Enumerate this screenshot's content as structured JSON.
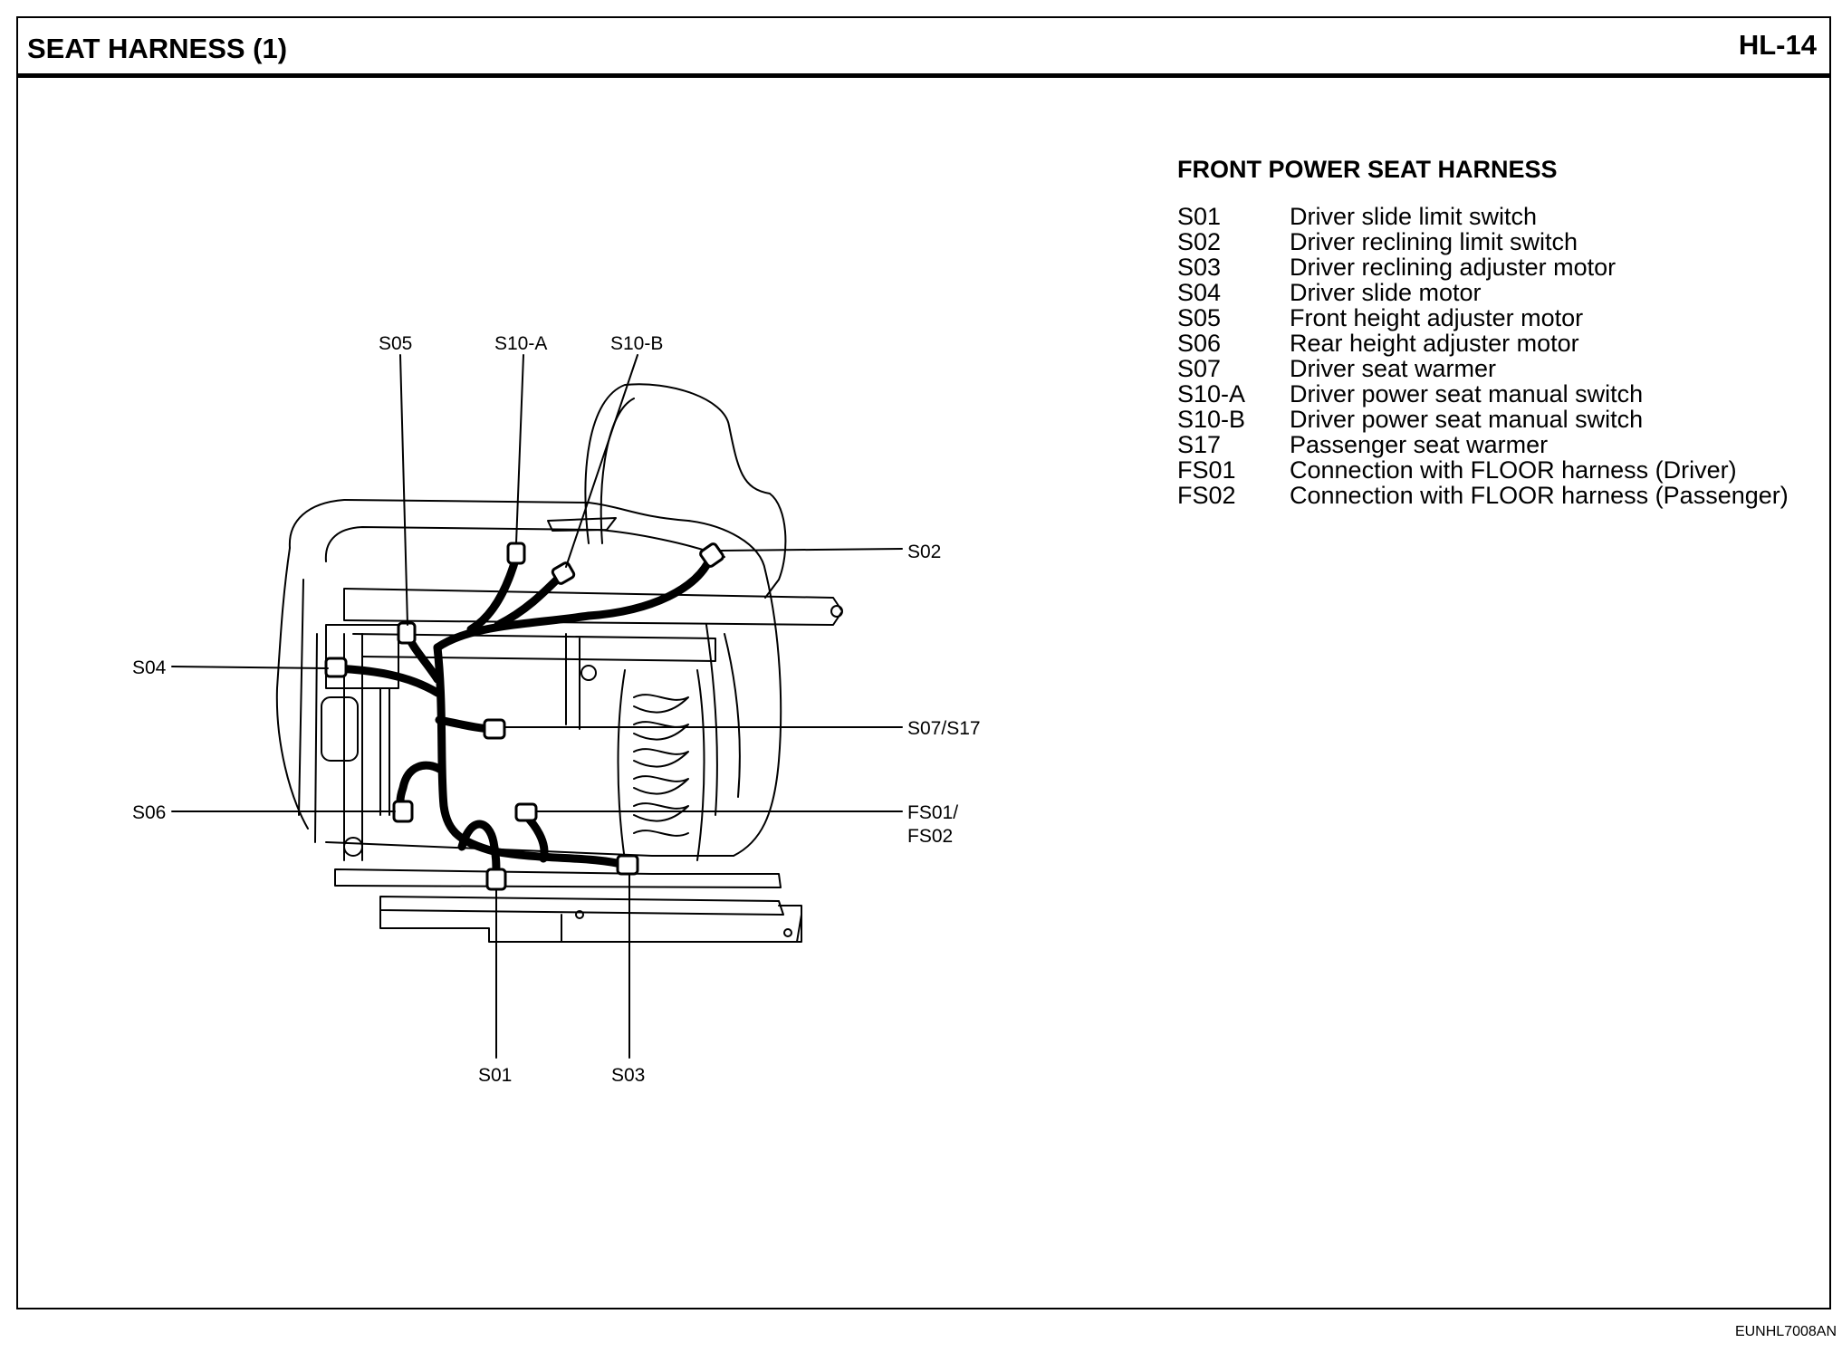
{
  "header": {
    "title": "SEAT HARNESS (1)",
    "page": "HL-14"
  },
  "legend": {
    "title": "FRONT POWER SEAT HARNESS",
    "items": [
      {
        "code": "S01",
        "desc": "Driver slide limit switch"
      },
      {
        "code": "S02",
        "desc": "Driver reclining limit switch"
      },
      {
        "code": "S03",
        "desc": "Driver reclining adjuster motor"
      },
      {
        "code": "S04",
        "desc": "Driver slide motor"
      },
      {
        "code": "S05",
        "desc": "Front height adjuster motor"
      },
      {
        "code": "S06",
        "desc": "Rear height adjuster motor"
      },
      {
        "code": "S07",
        "desc": "Driver seat warmer"
      },
      {
        "code": "S10-A",
        "desc": "Driver power seat manual switch"
      },
      {
        "code": "S10-B",
        "desc": "Driver power seat manual switch"
      },
      {
        "code": "S17",
        "desc": "Passenger seat warmer"
      },
      {
        "code": "FS01",
        "desc": "Connection with FLOOR harness (Driver)"
      },
      {
        "code": "FS02",
        "desc": "Connection with FLOOR harness (Passenger)"
      }
    ]
  },
  "callouts": {
    "s05": "S05",
    "s10a": "S10-A",
    "s10b": "S10-B",
    "s02": "S02",
    "s04": "S04",
    "s07_s17": "S07/S17",
    "s06": "S06",
    "fs01": "FS01/",
    "fs02": "FS02",
    "s01": "S01",
    "s03": "S03"
  },
  "figure_code": "EUNHL7008AN"
}
